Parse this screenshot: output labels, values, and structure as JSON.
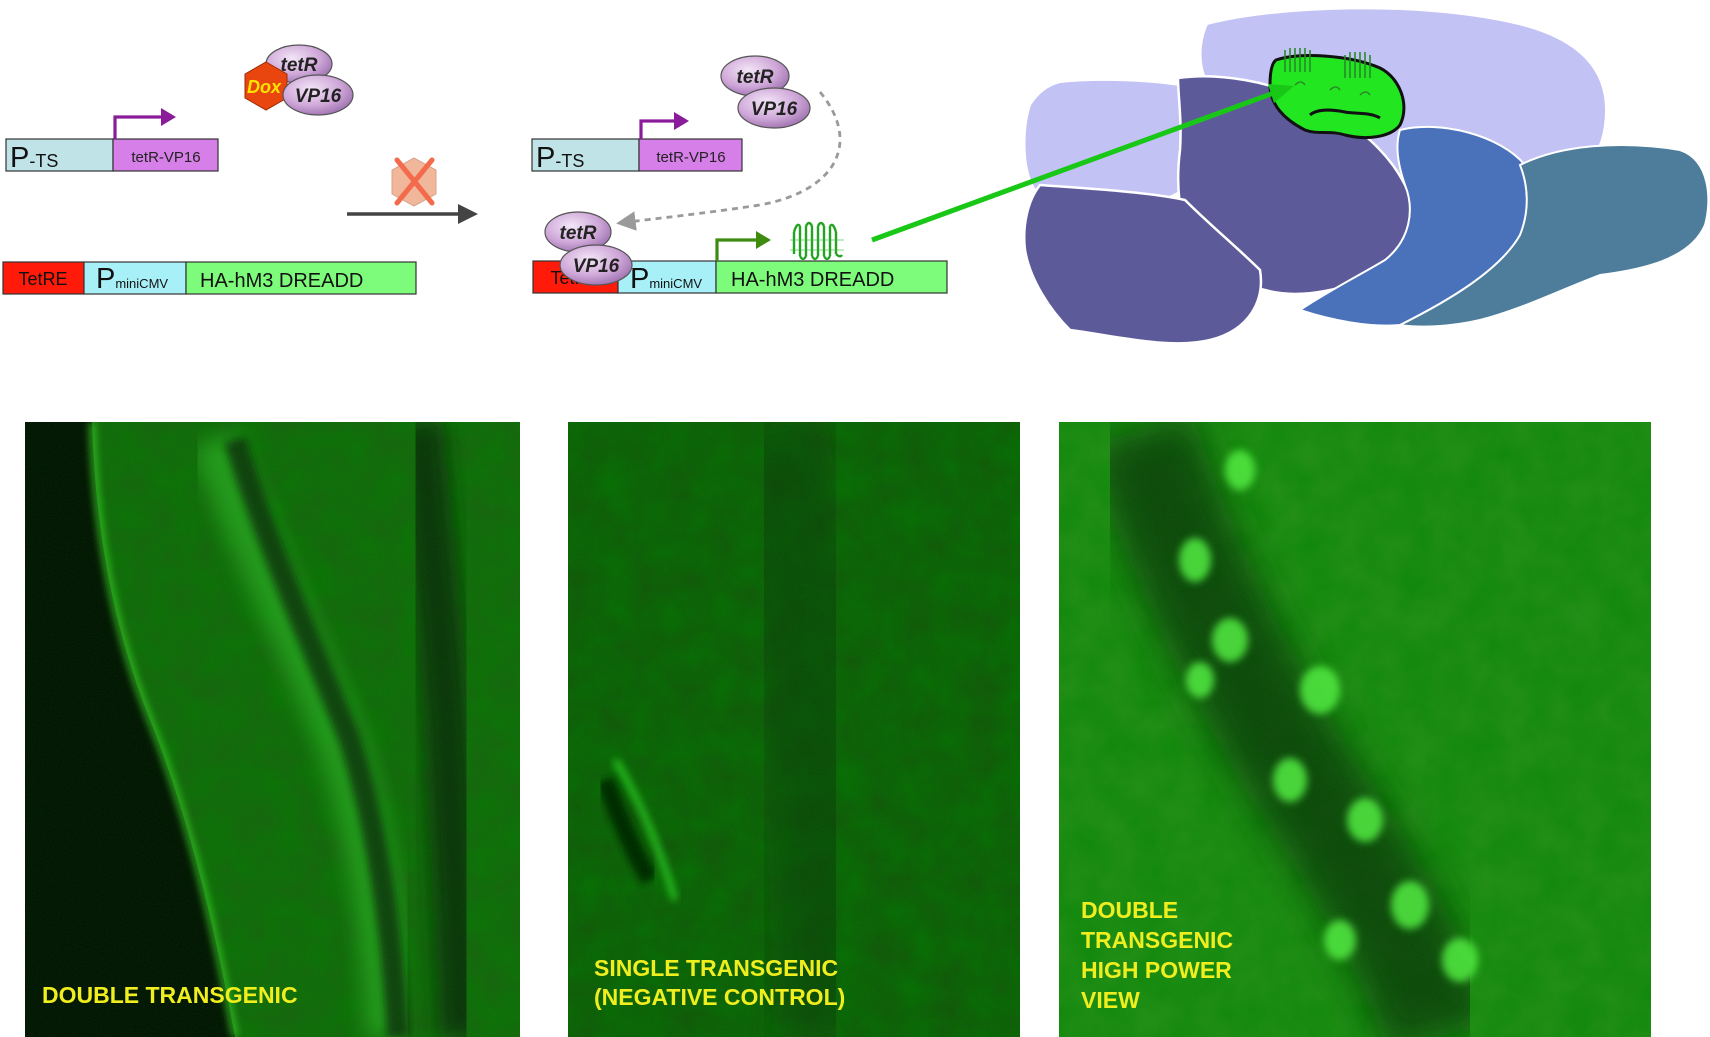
{
  "left_construct": {
    "promoter_p": "P",
    "promoter_sub": "-TS",
    "gene": "tetR-VP16",
    "response_element": "TetRE",
    "mini_p": "P",
    "mini_sub": "miniCMV",
    "reporter": "HA-hM3 DREADD"
  },
  "protein_complex": {
    "tetR": "tetR",
    "vp16": "VP16",
    "dox": "Dox"
  },
  "right_construct": {
    "promoter_p": "P",
    "promoter_sub": "-TS",
    "gene": "tetR-VP16",
    "response_element": "TetRE",
    "mini_p": "P",
    "mini_sub": "miniCMV",
    "reporter": "HA-hM3 DREADD",
    "bound_tetR": "tetR",
    "bound_vp16": "VP16",
    "free_tetR": "tetR",
    "free_vp16": "VP16"
  },
  "panels": [
    {
      "caption": [
        "DOUBLE TRANSGENIC"
      ]
    },
    {
      "caption": [
        "SINGLE TRANSGENIC",
        "(NEGATIVE CONTROL)"
      ]
    },
    {
      "caption": [
        "DOUBLE",
        "TRANSGENIC",
        "HIGH POWER",
        "VIEW"
      ]
    }
  ],
  "colors": {
    "promoter_box": "#bfe3e6",
    "gene_box": "#d77fe8",
    "tetre_box": "#ff1a0a",
    "mini_box": "#a8f0f8",
    "reporter_box": "#7dfb7b",
    "arrow_purple": "#8a1c9a",
    "arrow_green": "#3d8b0f",
    "dox_hex": "#e8450f",
    "dox_text": "#ffe400",
    "brain_light": "#c2c2f4",
    "brain_dark": "#5d5a9a",
    "brain_blue": "#4a72ba",
    "brain_teal": "#4e7d9c",
    "hippocampus": "#22e620",
    "caption_yellow": "#f0ee1e"
  }
}
